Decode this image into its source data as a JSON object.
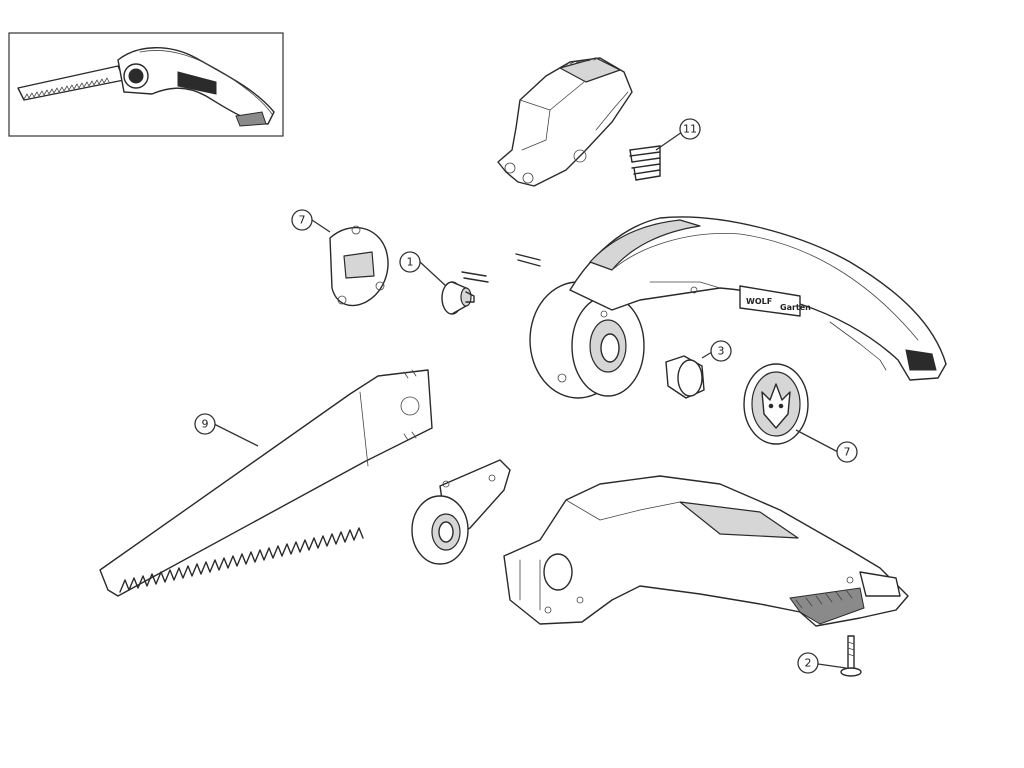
{
  "callouts": {
    "c11": "11",
    "c7a": "7",
    "c1": "1",
    "c3": "3",
    "c7b": "7",
    "c9": "9",
    "c2": "2"
  },
  "handle_logo": {
    "brand_text": "WOLF",
    "brand_suffix": "Garten"
  },
  "colors": {
    "line": "#2a2a2a",
    "light_fill": "#d6d6d6",
    "dark_fill": "#2b2b2b",
    "background": "#ffffff"
  }
}
